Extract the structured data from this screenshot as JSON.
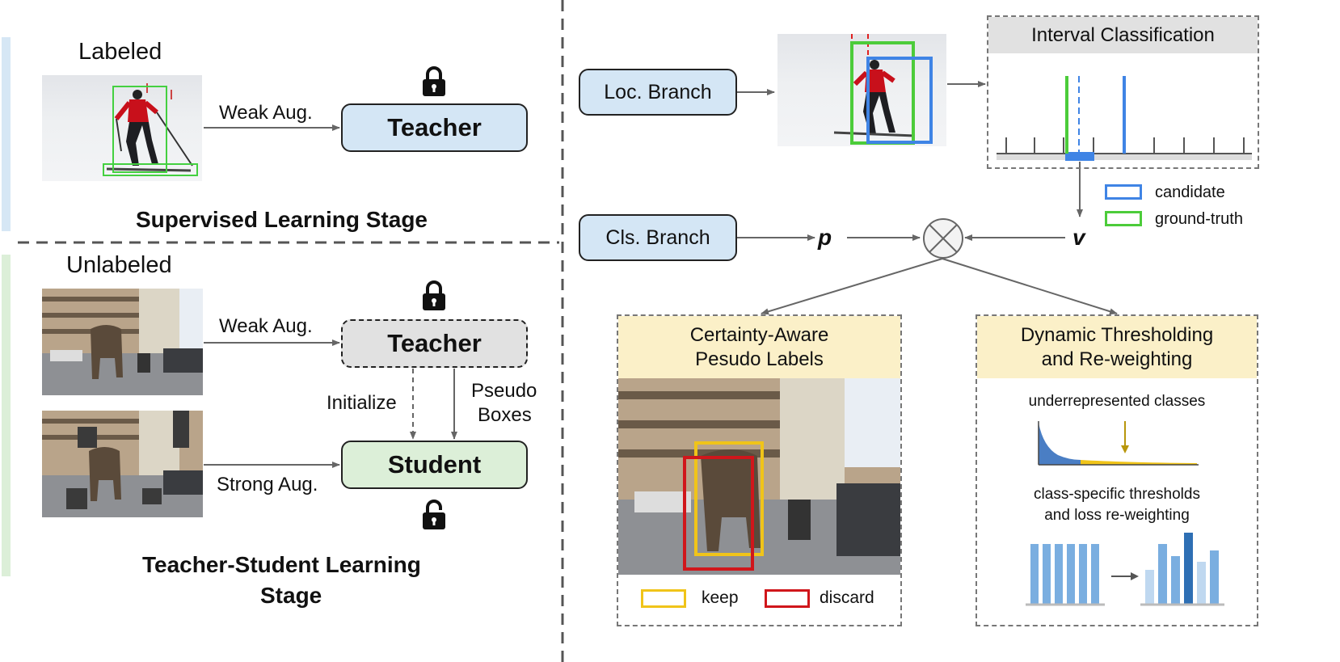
{
  "left": {
    "supervised": {
      "label": "Labeled",
      "arrow_label": "Weak Aug.",
      "teacher": "Teacher",
      "stage_title": "Supervised Learning Stage"
    },
    "teacher_student": {
      "label": "Unlabeled",
      "weak_label": "Weak Aug.",
      "strong_label": "Strong Aug.",
      "teacher": "Teacher",
      "student": "Student",
      "initialize": "Initialize",
      "pseudo_1": "Pseudo",
      "pseudo_2": "Boxes",
      "stage_title_1": "Teacher-Student Learning",
      "stage_title_2": "Stage"
    }
  },
  "right": {
    "loc_branch": "Loc. Branch",
    "cls_branch": "Cls. Branch",
    "interval_title": "Interval Classification",
    "legend": {
      "candidate": "candidate",
      "ground_truth": "ground-truth"
    },
    "p_symbol": "p",
    "v_symbol": "v",
    "certainty": {
      "title_1": "Certainty-Aware",
      "title_2": "Pesudo Labels",
      "keep": "keep",
      "discard": "discard"
    },
    "dynamic": {
      "title_1": "Dynamic Thresholding",
      "title_2": "and Re-weighting",
      "under": "underrepresented classes",
      "cs_1": "class-specific thresholds",
      "cs_2": "and loss re-weighting"
    }
  },
  "colors": {
    "blue_box": "#d4e6f5",
    "green_box": "#dcefd8",
    "gray_box": "#e1e1e1",
    "yellow_header": "#fbf0c8",
    "candidate": "#3f84e5",
    "ground_truth": "#4ccc3a",
    "keep": "#f0c419",
    "discard": "#d0161b"
  },
  "icons": [
    "lock-closed-icon",
    "lock-open-icon",
    "multiply-circle-icon"
  ]
}
